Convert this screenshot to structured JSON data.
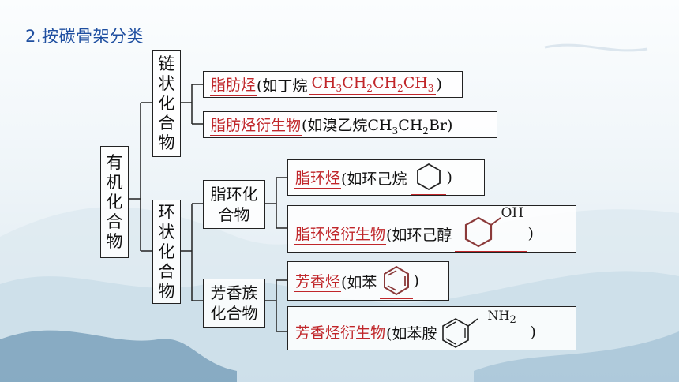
{
  "title": "2.按碳骨架分类",
  "root": "有机化合物",
  "branches": {
    "chain": "链状化合物",
    "ring": "环状化合物",
    "alicyclic": "脂环化合物",
    "aromatic": "芳香族化合物"
  },
  "leaves": {
    "l1": {
      "answer": "脂肪烃",
      "text": "(如丁烷",
      "formula": "CH3CH2CH2CH3",
      "close": ")"
    },
    "l2": {
      "answer": "脂肪烃衍生物",
      "text": "(如溴乙烷CH3CH2Br)"
    },
    "l3": {
      "answer": "脂环烃",
      "text": "(如环己烷",
      "close": ")",
      "icon": "cyclohexane-icon"
    },
    "l4": {
      "answer": "脂环烃衍生物",
      "text": "(如环己醇",
      "close": ")",
      "icon": "cyclohexanol-icon",
      "group": "OH"
    },
    "l5": {
      "answer": "芳香烃",
      "text": "(如苯",
      "close": ")",
      "icon": "benzene-icon"
    },
    "l6": {
      "answer": "芳香烃衍生物",
      "text": "(如苯胺",
      "close": ")",
      "icon": "aniline-icon",
      "group": "NH2"
    }
  },
  "colors": {
    "title": "#1f4fa0",
    "answer": "#c0262a",
    "structure": "#8b3a3a",
    "line": "#222222"
  }
}
